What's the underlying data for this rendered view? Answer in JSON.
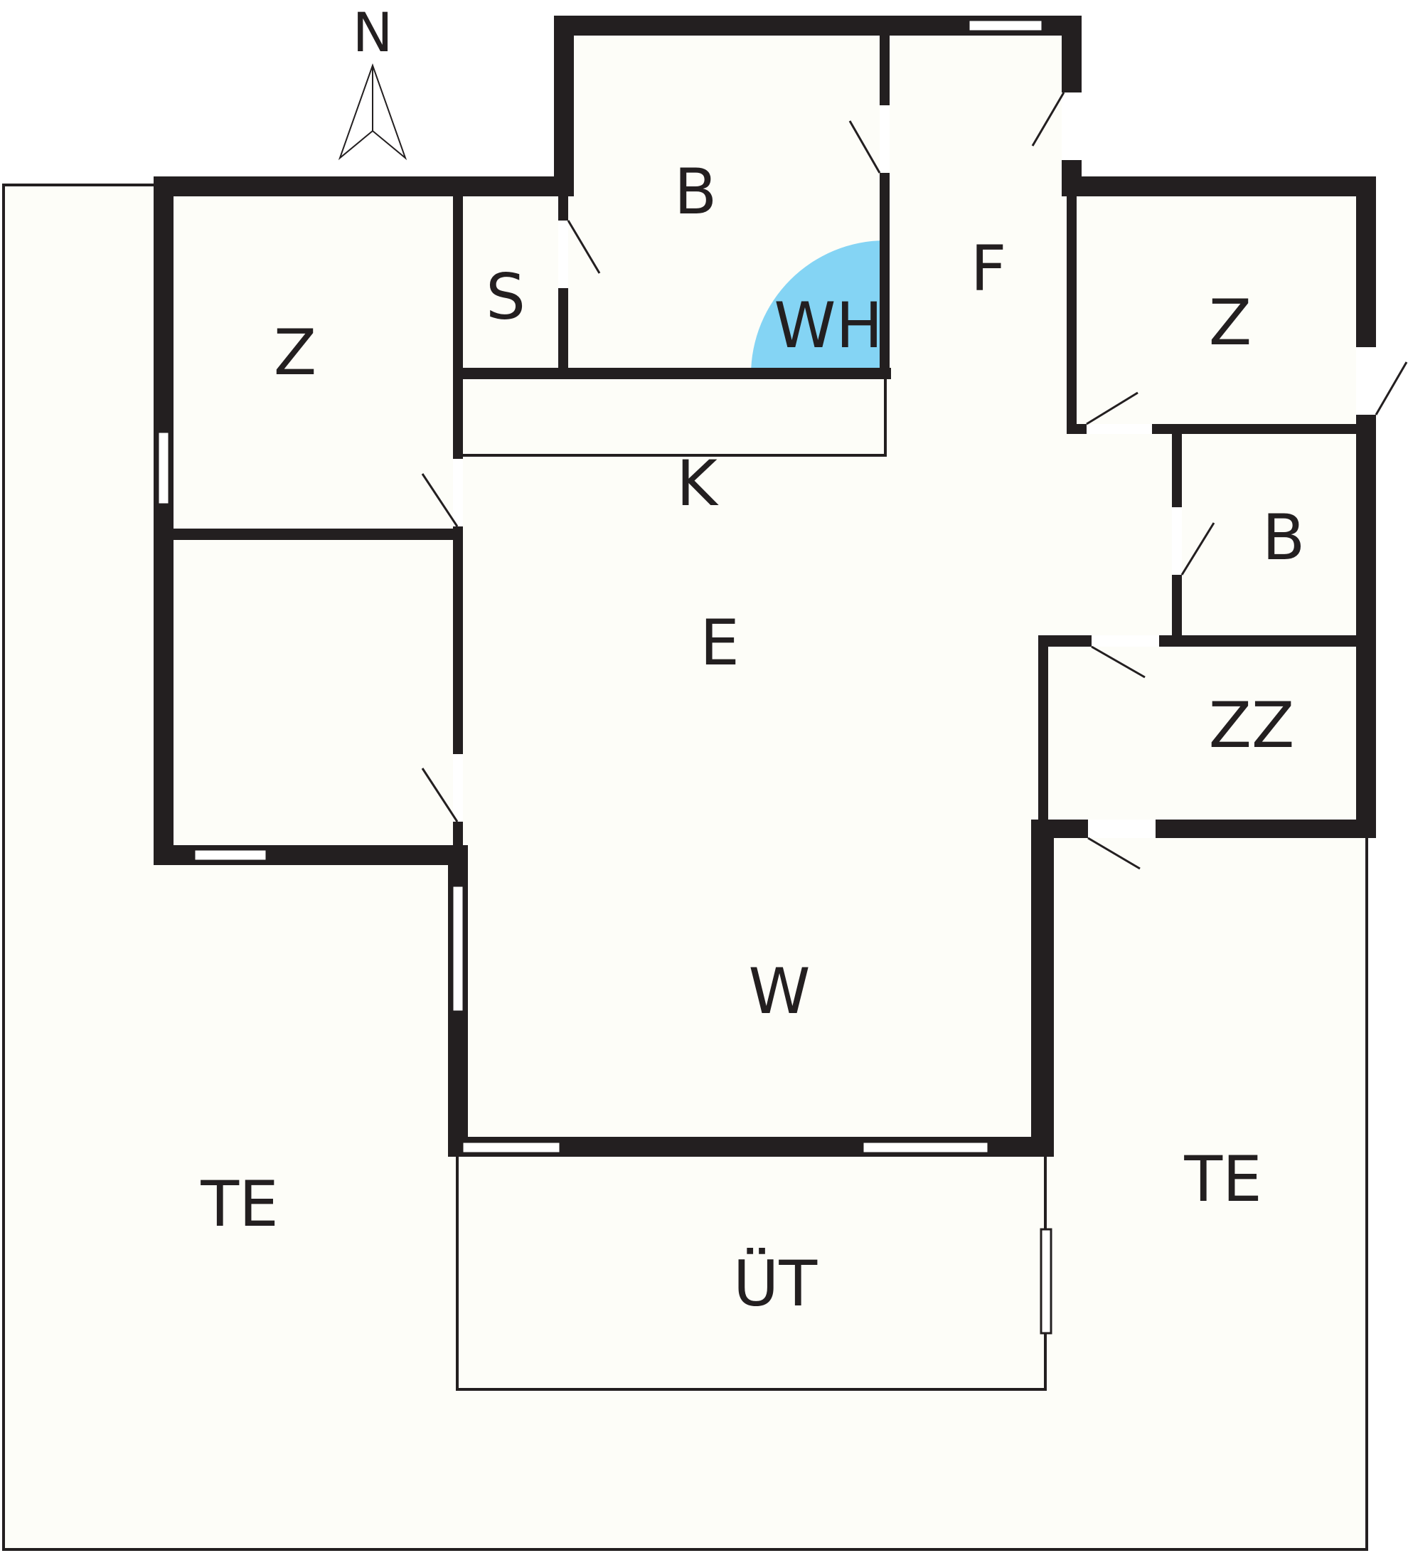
{
  "compass": {
    "label": "N"
  },
  "rooms": {
    "z_left": "Z",
    "s": "S",
    "b_top": "B",
    "wh": "WH",
    "f": "F",
    "z_right": "Z",
    "k": "K",
    "b_right": "B",
    "e": "E",
    "zz": "ZZ",
    "w": "W",
    "te_left": "TE",
    "te_right": "TE",
    "ut": "ÜT"
  },
  "colors": {
    "floor": "#fdfdf8",
    "wall": "#231f20",
    "wh_fill": "#84d4f4"
  }
}
